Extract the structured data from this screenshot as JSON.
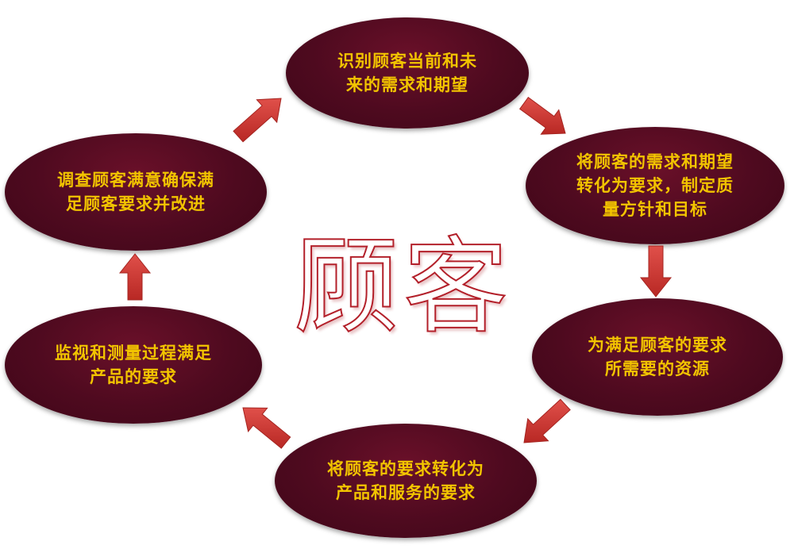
{
  "center_title": "顾客",
  "steps": [
    "识别顾客当前和未\n来的需求和期望",
    "将顾客的需求和期望\n转化为要求，制定质\n量方针和目标",
    "为满足顾客的要求\n所需要的资源",
    "将顾客的要求转化为\n产品和服务的要求",
    "监视和测量过程满足\n产品的要求",
    "调查顾客满意确保满\n足顾客要求并改进"
  ],
  "colors": {
    "ellipse_fill": "#4e0a1f",
    "ellipse_text": "#f2c400",
    "arrow": "#d23a36",
    "title_outline": "#b3202a"
  }
}
